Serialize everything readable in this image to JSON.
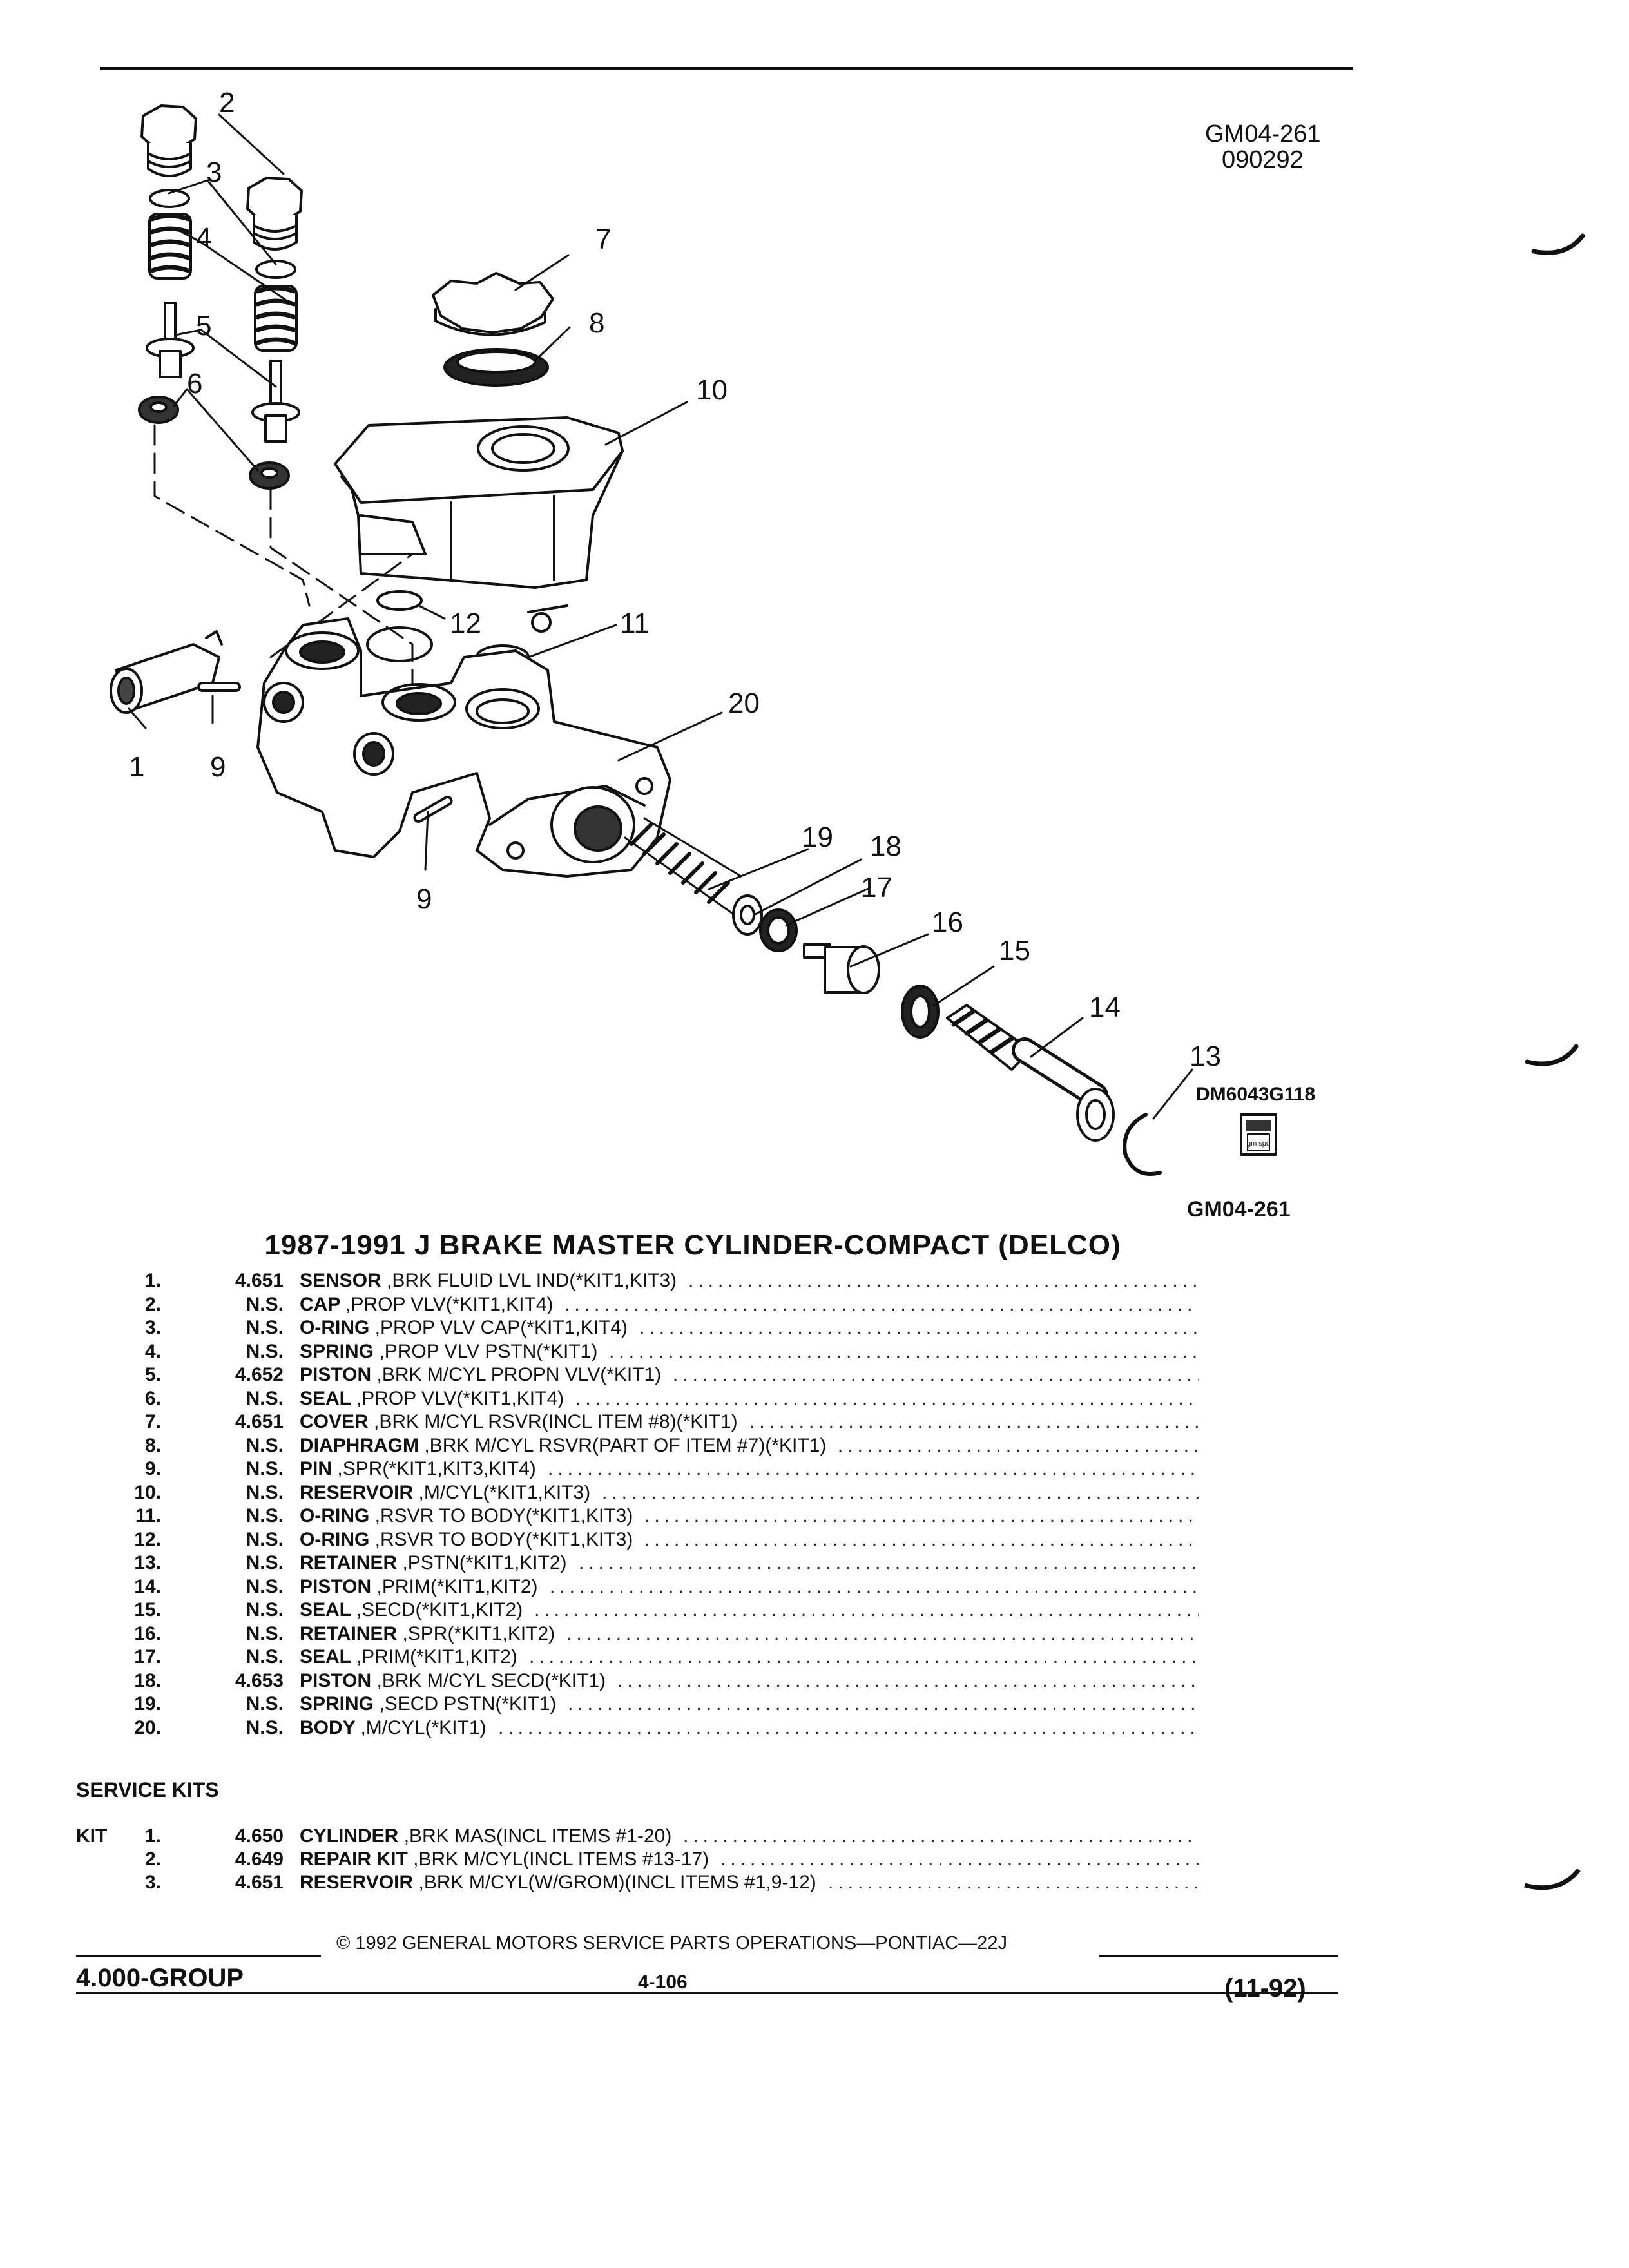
{
  "header": {
    "ref_code": "GM04-261",
    "date_code": "090292"
  },
  "diagram": {
    "callouts": [
      "1",
      "2",
      "3",
      "4",
      "5",
      "6",
      "7",
      "8",
      "9",
      "9",
      "10",
      "11",
      "12",
      "13",
      "14",
      "15",
      "16",
      "17",
      "18",
      "19",
      "20"
    ],
    "part_number": "DM6043G118",
    "ref_code": "GM04-261",
    "logo_text": "gm spo"
  },
  "title": "1987-1991 J BRAKE MASTER CYLINDER-COMPACT (DELCO)",
  "parts": [
    {
      "num": "1.",
      "code": "4.651",
      "name": "SENSOR",
      "desc": ",BRK FLUID LVL IND(*KIT1,KIT3)"
    },
    {
      "num": "2.",
      "code": "N.S.",
      "name": "CAP",
      "desc": ",PROP VLV(*KIT1,KIT4)"
    },
    {
      "num": "3.",
      "code": "N.S.",
      "name": "O-RING",
      "desc": ",PROP VLV CAP(*KIT1,KIT4)"
    },
    {
      "num": "4.",
      "code": "N.S.",
      "name": "SPRING",
      "desc": ",PROP VLV PSTN(*KIT1)"
    },
    {
      "num": "5.",
      "code": "4.652",
      "name": "PISTON",
      "desc": ",BRK M/CYL PROPN VLV(*KIT1)"
    },
    {
      "num": "6.",
      "code": "N.S.",
      "name": "SEAL",
      "desc": ",PROP VLV(*KIT1,KIT4)"
    },
    {
      "num": "7.",
      "code": "4.651",
      "name": "COVER",
      "desc": ",BRK M/CYL RSVR(INCL ITEM #8)(*KIT1)"
    },
    {
      "num": "8.",
      "code": "N.S.",
      "name": "DIAPHRAGM",
      "desc": ",BRK M/CYL RSVR(PART OF ITEM #7)(*KIT1)"
    },
    {
      "num": "9.",
      "code": "N.S.",
      "name": "PIN",
      "desc": ",SPR(*KIT1,KIT3,KIT4)"
    },
    {
      "num": "10.",
      "code": "N.S.",
      "name": "RESERVOIR",
      "desc": ",M/CYL(*KIT1,KIT3)"
    },
    {
      "num": "11.",
      "code": "N.S.",
      "name": "O-RING",
      "desc": ",RSVR TO BODY(*KIT1,KIT3)"
    },
    {
      "num": "12.",
      "code": "N.S.",
      "name": "O-RING",
      "desc": ",RSVR TO BODY(*KIT1,KIT3)"
    },
    {
      "num": "13.",
      "code": "N.S.",
      "name": "RETAINER",
      "desc": ",PSTN(*KIT1,KIT2)"
    },
    {
      "num": "14.",
      "code": "N.S.",
      "name": "PISTON",
      "desc": ",PRIM(*KIT1,KIT2)"
    },
    {
      "num": "15.",
      "code": "N.S.",
      "name": "SEAL",
      "desc": ",SECD(*KIT1,KIT2)"
    },
    {
      "num": "16.",
      "code": "N.S.",
      "name": "RETAINER",
      "desc": ",SPR(*KIT1,KIT2)"
    },
    {
      "num": "17.",
      "code": "N.S.",
      "name": "SEAL",
      "desc": ",PRIM(*KIT1,KIT2)"
    },
    {
      "num": "18.",
      "code": "4.653",
      "name": "PISTON",
      "desc": ",BRK M/CYL SECD(*KIT1)"
    },
    {
      "num": "19.",
      "code": "N.S.",
      "name": "SPRING",
      "desc": ",SECD PSTN(*KIT1)"
    },
    {
      "num": "20.",
      "code": "N.S.",
      "name": "BODY",
      "desc": ",M/CYL(*KIT1)"
    }
  ],
  "service_kits": {
    "label": "SERVICE KITS",
    "prefix": "KIT",
    "items": [
      {
        "num": "1.",
        "code": "4.650",
        "name": "CYLINDER",
        "desc": ",BRK MAS(INCL ITEMS #1-20)"
      },
      {
        "num": "2.",
        "code": "4.649",
        "name": "REPAIR KIT",
        "desc": ",BRK M/CYL(INCL ITEMS #13-17)"
      },
      {
        "num": "3.",
        "code": "4.651",
        "name": "RESERVOIR",
        "desc": ",BRK M/CYL(W/GROM)(INCL ITEMS #1,9-12)"
      }
    ]
  },
  "footer": {
    "copyright": "© 1992 GENERAL MOTORS SERVICE PARTS OPERATIONS—PONTIAC—22J",
    "group": "4.000-GROUP",
    "page": "4-106",
    "date": "(11-92)"
  }
}
